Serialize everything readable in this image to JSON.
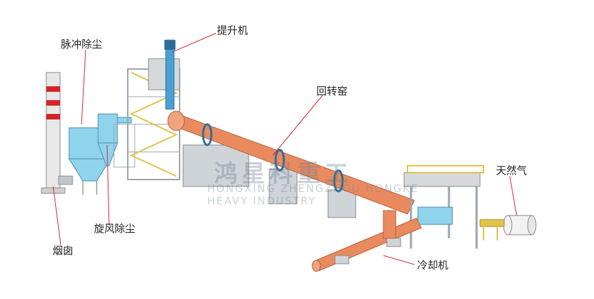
{
  "labels": {
    "pulse_dust": "脉冲除尘",
    "elevator": "提升机",
    "rotary_kiln": "回转窑",
    "natural_gas": "天然气",
    "cyclone": "旋风除尘",
    "chimney": "烟囱",
    "cooler": "冷却机"
  },
  "watermark": {
    "brand_cn": "鸿星科重工",
    "brand_en": "HONGXING ZHENGZHOU HONGKE HEAVY INDUSTRY"
  },
  "colors": {
    "kiln": "#e98a5f",
    "steel": "#9aa3ab",
    "dust": "#8fd3ec",
    "gas_tank": "#f2f2f2",
    "leader_line": "#d9272e",
    "chimney_band": "#d5232b"
  }
}
